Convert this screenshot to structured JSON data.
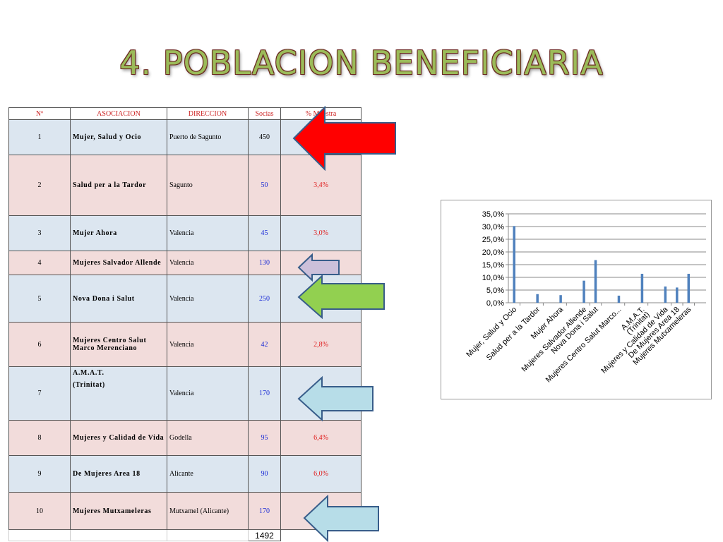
{
  "title": "4. POBLACION BENEFICIARIA",
  "table": {
    "headers": [
      "Nº",
      "ASOCIACION",
      "DIRECCION",
      "Socias",
      "% Muestra"
    ],
    "rows": [
      {
        "n": "1",
        "name": "Mujer, Salud y Ocio",
        "dir": "Puerto de Sagunto",
        "socias": "450",
        "pct": ""
      },
      {
        "n": "2",
        "name": "Salud per a la Tardor",
        "dir": "Sagunto",
        "socias": "50",
        "pct": "3,4%"
      },
      {
        "n": "3",
        "name": "Mujer Ahora",
        "dir": "Valencia",
        "socias": "45",
        "pct": "3,0%"
      },
      {
        "n": "4",
        "name": "Mujeres Salvador Allende",
        "dir": "Valencia",
        "socias": "130",
        "pct": ""
      },
      {
        "n": "5",
        "name": "Nova Dona i Salut",
        "dir": "Valencia",
        "socias": "250",
        "pct": ""
      },
      {
        "n": "6",
        "name": "Mujeres Centro Salut Marco Merenciano",
        "dir": "Valencia",
        "socias": "42",
        "pct": "2,8%"
      },
      {
        "n": "7",
        "name": "A.M.A.T.",
        "name2": "(Trinitat)",
        "dir": "Valencia",
        "socias": "170",
        "pct": ""
      },
      {
        "n": "8",
        "name": "Mujeres y Calidad de Vida",
        "dir": "Godella",
        "socias": "95",
        "pct": "6,4%"
      },
      {
        "n": "9",
        "name": "De Mujeres Area 18",
        "dir": "Alicante",
        "socias": "90",
        "pct": "6,0%"
      },
      {
        "n": "10",
        "name": "Mujeres Mutxameleras",
        "dir": "Mutxamel (Alicante)",
        "socias": "170",
        "pct": ""
      }
    ],
    "total": "1492"
  },
  "arrows": [
    {
      "name": "red-arrow",
      "color": "#ff0000"
    },
    {
      "name": "lavender-arrow",
      "color": "#ccc0da"
    },
    {
      "name": "green-arrow",
      "color": "#92d050"
    },
    {
      "name": "light-blue-arrow-1",
      "color": "#b7dde8"
    },
    {
      "name": "light-blue-arrow-2",
      "color": "#b7dde8"
    }
  ],
  "chart_data": {
    "type": "bar",
    "categories": [
      "Mujer, Salud y Ocio",
      "Salud per a la Tardor",
      "Mujer Ahora",
      "Mujeres Salvador Allende",
      "Nova Dona i Salut",
      "Mujeres Centro Salut Marco...",
      "A.M.A.T.\n(Trinitat)",
      "Mujeres y Calidad de Vida",
      "De Mujeres Area 18",
      "Mujeres Mutxameleras"
    ],
    "values": [
      30.2,
      3.4,
      3.0,
      8.7,
      16.8,
      2.8,
      11.4,
      6.4,
      6.0,
      11.4
    ],
    "yticks": [
      "0,0%",
      "5,0%",
      "10,0%",
      "15,0%",
      "20,0%",
      "25,0%",
      "30,0%",
      "35,0%"
    ],
    "ylim": [
      0,
      35
    ],
    "grid": true,
    "bar_color": "#4f81bd"
  }
}
